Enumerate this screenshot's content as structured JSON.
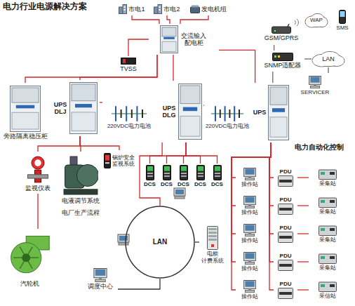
{
  "diagram": {
    "title": "电力行业电源解决方案",
    "nodes": [
      {
        "text": [
          "市电1"
        ]
      },
      {
        "text": [
          "市电2"
        ]
      },
      {
        "text": [
          "发电机组"
        ]
      },
      {
        "text": [
          "交流输入 配电柜"
        ]
      },
      {
        "text": [
          "TVSS"
        ]
      },
      {
        "text": [
          "GSM/GPRS"
        ]
      },
      {
        "text": [
          "WAP"
        ]
      },
      {
        "text": [
          "SMS"
        ]
      },
      {
        "text": [
          "SNMP适配器"
        ]
      },
      {
        "text": [
          "LAN"
        ]
      },
      {
        "text": [
          "SERVICER"
        ]
      },
      {
        "text": [
          "旁路隔离稳压柜"
        ]
      },
      {
        "text": [
          "UPS DLJ"
        ]
      },
      {
        "text": [
          "220VDC电力电池"
        ]
      },
      {
        "text": [
          "UPS DLG"
        ]
      },
      {
        "text": [
          "220VDC电力电池"
        ]
      },
      {
        "text": [
          "UPS"
        ]
      },
      {
        "text": [
          "监视仪表"
        ]
      },
      {
        "text": [
          "电液调节系统"
        ]
      },
      {
        "text": [
          "锅炉安全 监视系统"
        ]
      },
      {
        "text": [
          "汽轮机"
        ]
      },
      {
        "text": [
          "DCS"
        ]
      },
      {
        "text": [
          "DCS"
        ]
      },
      {
        "text": [
          "DCS"
        ]
      },
      {
        "text": [
          "DCS"
        ]
      },
      {
        "text": [
          "DCS"
        ]
      },
      {
        "text": [
          "LAN"
        ]
      },
      {
        "text": [
          "调度中心"
        ]
      },
      {
        "text": [
          "电能 计费系统"
        ]
      },
      {
        "text": [
          "操作站"
        ]
      },
      {
        "text": [
          "操作站"
        ]
      },
      {
        "text": [
          "操作站"
        ]
      },
      {
        "text": [
          "操作站"
        ]
      },
      {
        "text": [
          "操作站"
        ]
      },
      {
        "text": [
          "PDU"
        ]
      },
      {
        "text": [
          "PDU"
        ]
      },
      {
        "text": [
          "PDU"
        ]
      },
      {
        "text": [
          "PDU"
        ]
      },
      {
        "text": [
          "PDU"
        ]
      },
      {
        "text": [
          "采集站"
        ]
      },
      {
        "text": [
          "采集站"
        ]
      },
      {
        "text": [
          "采集站"
        ]
      },
      {
        "text": [
          "采集站"
        ]
      },
      {
        "text": [
          "采信站"
        ]
      }
    ],
    "edges": [
      {
        "from": 0,
        "to": 3,
        "arrow": "none"
      },
      {
        "from": 1,
        "to": 3,
        "arrow": "none"
      },
      {
        "from": 2,
        "to": 3,
        "arrow": "none"
      },
      {
        "from": 3,
        "to": 4,
        "arrow": "none"
      },
      {
        "from": 3,
        "to": 11,
        "arrow": "none"
      },
      {
        "from": 3,
        "to": 12,
        "arrow": "none"
      },
      {
        "from": 3,
        "to": 14,
        "arrow": "none"
      },
      {
        "from": 3,
        "to": 16,
        "arrow": "none"
      },
      {
        "from": 12,
        "to": 13,
        "arrow": "none"
      },
      {
        "from": 14,
        "to": 15,
        "arrow": "none"
      },
      {
        "from": 12,
        "to": 17,
        "arrow": "none"
      },
      {
        "from": 12,
        "to": 18,
        "arrow": "none"
      },
      {
        "from": 12,
        "to": 19,
        "arrow": "none"
      },
      {
        "from": 17,
        "to": 20,
        "arrow": "none"
      },
      {
        "from": 14,
        "to": 21,
        "arrow": "none"
      },
      {
        "from": 14,
        "to": 22,
        "arrow": "none"
      },
      {
        "from": 14,
        "to": 23,
        "arrow": "none"
      },
      {
        "from": 14,
        "to": 24,
        "arrow": "none"
      },
      {
        "from": 14,
        "to": 25,
        "arrow": "none"
      },
      {
        "from": 14,
        "to": 26,
        "arrow": "none"
      },
      {
        "from": 26,
        "to": 27,
        "arrow": "none"
      },
      {
        "from": 26,
        "to": 28,
        "arrow": "none"
      },
      {
        "from": 16,
        "to": 8,
        "arrow": "none"
      },
      {
        "from": 8,
        "to": 5,
        "arrow": "none"
      },
      {
        "from": 8,
        "to": 9,
        "arrow": "none"
      },
      {
        "from": 9,
        "to": 10,
        "arrow": "none"
      },
      {
        "from": 16,
        "to": 29,
        "arrow": "none"
      },
      {
        "from": 16,
        "to": 30,
        "arrow": "none"
      },
      {
        "from": 16,
        "to": 31,
        "arrow": "none"
      },
      {
        "from": 16,
        "to": 32,
        "arrow": "none"
      },
      {
        "from": 16,
        "to": 33,
        "arrow": "none"
      },
      {
        "from": 16,
        "to": 34,
        "arrow": "none"
      },
      {
        "from": 16,
        "to": 35,
        "arrow": "none"
      },
      {
        "from": 16,
        "to": 36,
        "arrow": "none"
      },
      {
        "from": 16,
        "to": 37,
        "arrow": "none"
      },
      {
        "from": 16,
        "to": 38,
        "arrow": "none"
      },
      {
        "from": 34,
        "to": 39,
        "arrow": "none"
      },
      {
        "from": 35,
        "to": 40,
        "arrow": "none"
      },
      {
        "from": 36,
        "to": 41,
        "arrow": "none"
      },
      {
        "from": 37,
        "to": 42,
        "arrow": "none"
      },
      {
        "from": 38,
        "to": 43,
        "arrow": "none"
      }
    ],
    "labels": [
      "电厂生产流程",
      "电力自动化控制"
    ]
  }
}
